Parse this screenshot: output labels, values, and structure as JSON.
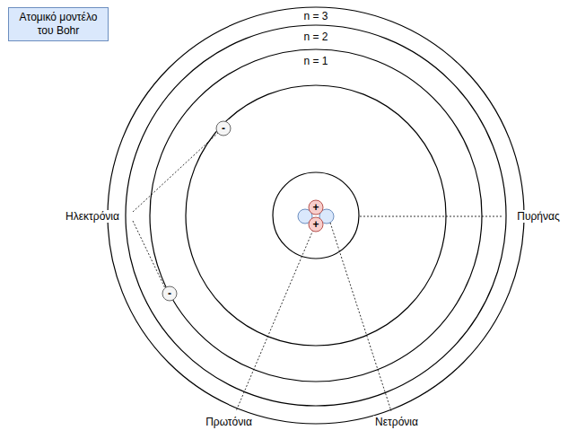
{
  "diagram": {
    "nodes": [
      {
        "text": [
          "Ατομικό μοντέλο του Bohr"
        ]
      },
      {
        "text": [
          "-"
        ]
      },
      {
        "text": [
          "-"
        ]
      },
      {
        "text": [
          "+"
        ]
      },
      {
        "text": [
          "+"
        ]
      }
    ],
    "labels": [
      "n = 3",
      "n = 2",
      "n = 1",
      "Ηλεκτρόνια",
      "Πυρήνας",
      "Πρωτόνια",
      "Νετρόνια"
    ]
  }
}
